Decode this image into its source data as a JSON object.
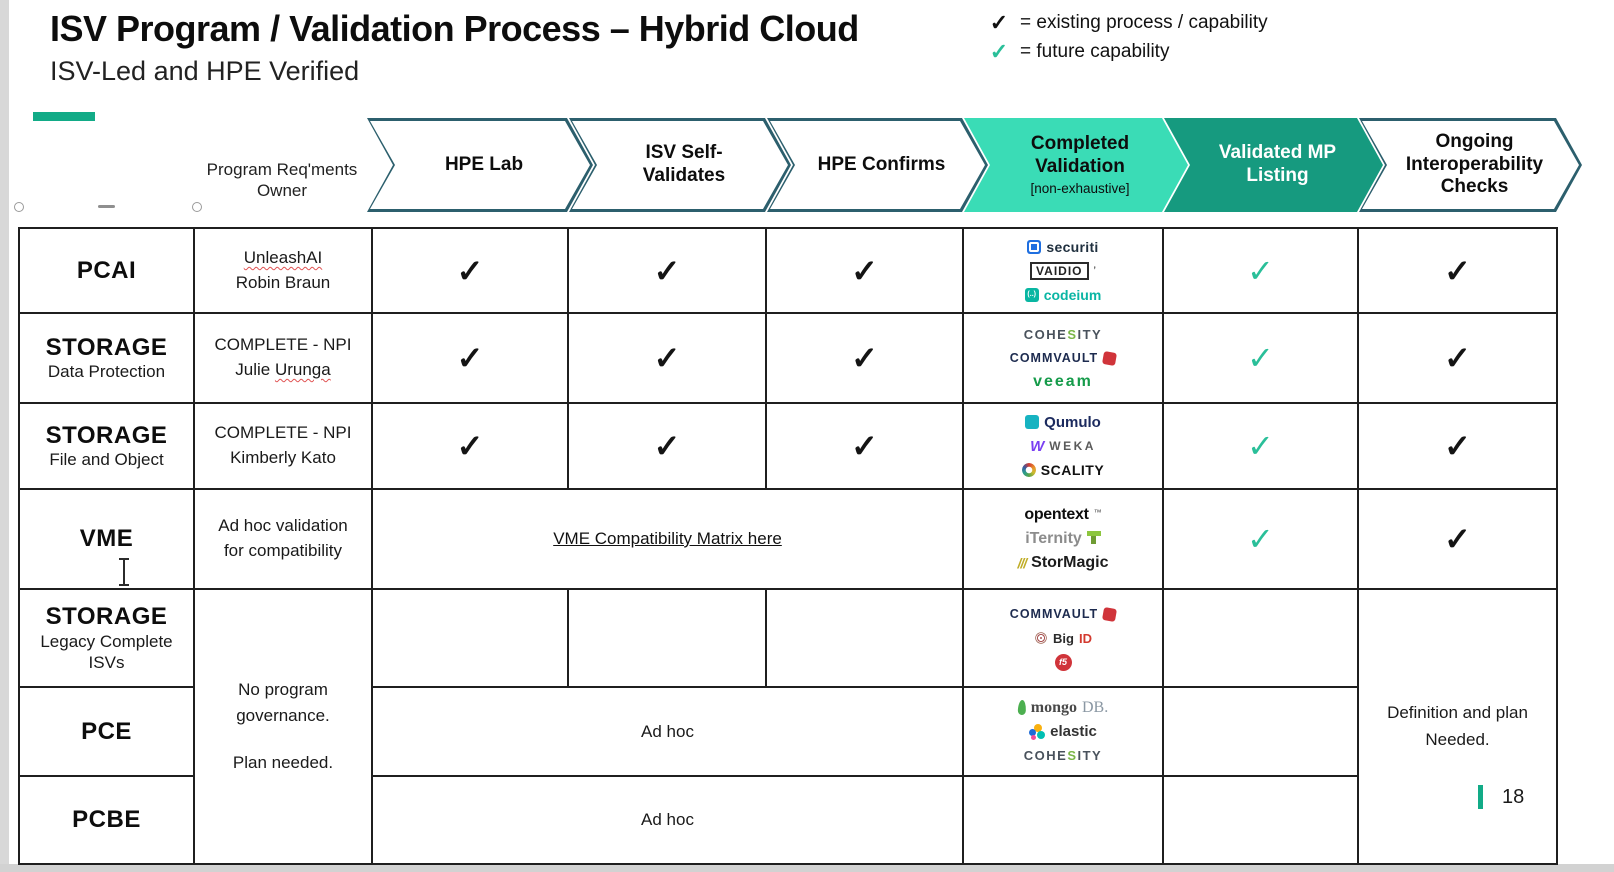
{
  "title": "ISV Program / Validation Process – Hybrid Cloud",
  "subtitle": "ISV-Led and HPE Verified",
  "glyphs": {
    "check": "✓"
  },
  "legend": {
    "existing_label": "= existing process / capability",
    "future_label": "= future capability"
  },
  "colors": {
    "hpe_green": "#12ab87",
    "future_check_green": "#2abf99",
    "completed_validation_fill": "#3adcb6",
    "validated_mp_fill": "#169a7f",
    "arrow_outline": "#2c5f6d"
  },
  "header": {
    "owner_line1": "Program Req'ments",
    "owner_line2": "Owner",
    "stages": [
      {
        "label": "HPE Lab"
      },
      {
        "label": "ISV Self-Validates"
      },
      {
        "label": "HPE Confirms"
      },
      {
        "label": "Completed Validation",
        "sub": "[non-exhaustive]"
      },
      {
        "label": "Validated MP Listing"
      },
      {
        "label": "Ongoing Interoperability Checks"
      }
    ]
  },
  "rows": [
    {
      "name": "PCAI",
      "owner1": "UnleashAI",
      "owner2": "Robin Braun"
    },
    {
      "name": "STORAGE",
      "sub": "Data Protection",
      "owner1": "COMPLETE - NPI",
      "owner2a": "Julie ",
      "owner2b": "Urunga"
    },
    {
      "name": "STORAGE",
      "sub": "File and Object",
      "owner1": "COMPLETE - NPI",
      "owner2": "Kimberly Kato"
    },
    {
      "name": "VME",
      "owner1": "Ad hoc validation",
      "owner2": "for compatibility",
      "link": "VME Compatibility Matrix here"
    },
    {
      "name": "STORAGE",
      "sub": "Legacy Complete",
      "sub2": "ISVs"
    },
    {
      "name": "PCE",
      "adhoc": "Ad hoc"
    },
    {
      "name": "PCBE",
      "adhoc": "Ad hoc"
    }
  ],
  "merged": {
    "owner_bottom_1": "No program",
    "owner_bottom_2": "governance.",
    "owner_bottom_3": "Plan needed.",
    "interop_bottom_1": "Definition and plan",
    "interop_bottom_2": "Needed."
  },
  "logos": {
    "securiti": "securiti",
    "vaidio": "VAIDIO",
    "vaidio_mark": "’",
    "codeium_icon": "(..)",
    "codeium": "codeium",
    "cohesity1": "COHE",
    "cohesity2": "S",
    "cohesity3": "ITY",
    "commvault": "COMMVAULT",
    "veeam": "veeam",
    "qumulo": "Qumulo",
    "weka_w": "W",
    "weka": "WEKA",
    "scality": "SCALITY",
    "opentext": "opentext",
    "opentext_tm": "™",
    "iternity": "iTernity",
    "stormagic_ic": "///",
    "stormagic": "StorMagic",
    "big": "Big",
    "id": "ID",
    "f5": "f5",
    "mongo": "mongo",
    "mongo_db": "DB.",
    "elastic": "elastic"
  },
  "page_number": "18"
}
